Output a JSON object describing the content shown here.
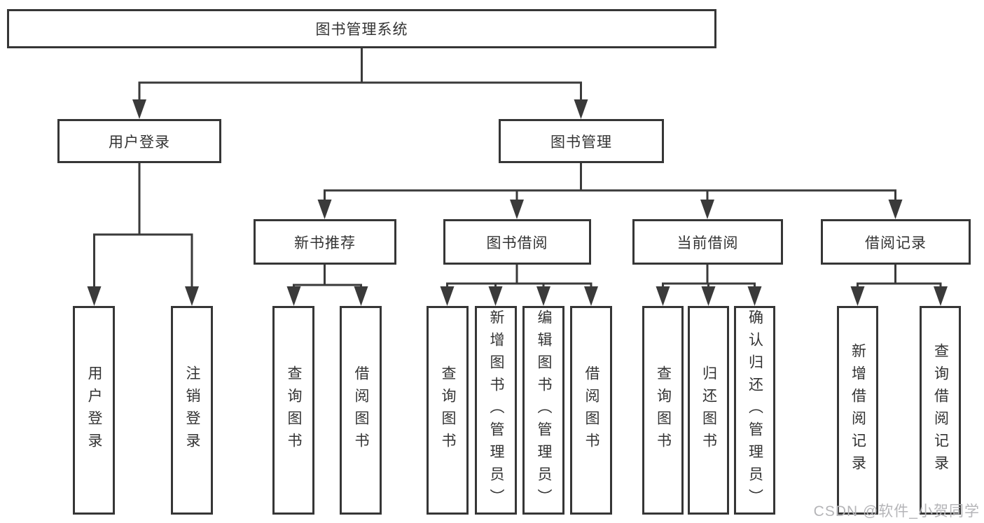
{
  "colors": {
    "background": "#ffffff",
    "box_border": "#363636",
    "connector_line": "#3a3a3a",
    "text": "#333333",
    "watermark_text_color": "#b5b5b8"
  },
  "watermark": {
    "text": "CSDN @软件_小贺同学"
  },
  "tree": {
    "root": {
      "label": "图书管理系统"
    },
    "children": [
      {
        "label": "用户登录",
        "children": [
          {
            "label": "用户登录"
          },
          {
            "label": "注销登录"
          }
        ]
      },
      {
        "label": "图书管理",
        "children": [
          {
            "label": "新书推荐",
            "children": [
              {
                "label": "查询图书"
              },
              {
                "label": "借阅图书"
              }
            ]
          },
          {
            "label": "图书借阅",
            "children": [
              {
                "label": "查询图书"
              },
              {
                "label": "新增图书（管理员）"
              },
              {
                "label": "编辑图书（管理员）"
              },
              {
                "label": "借阅图书"
              }
            ]
          },
          {
            "label": "当前借阅",
            "children": [
              {
                "label": "查询图书"
              },
              {
                "label": "归还图书"
              },
              {
                "label": "确认归还（管理员）"
              }
            ]
          },
          {
            "label": "借阅记录",
            "children": [
              {
                "label": "新增借阅记录"
              },
              {
                "label": "查询借阅记录"
              }
            ]
          }
        ]
      }
    ]
  }
}
